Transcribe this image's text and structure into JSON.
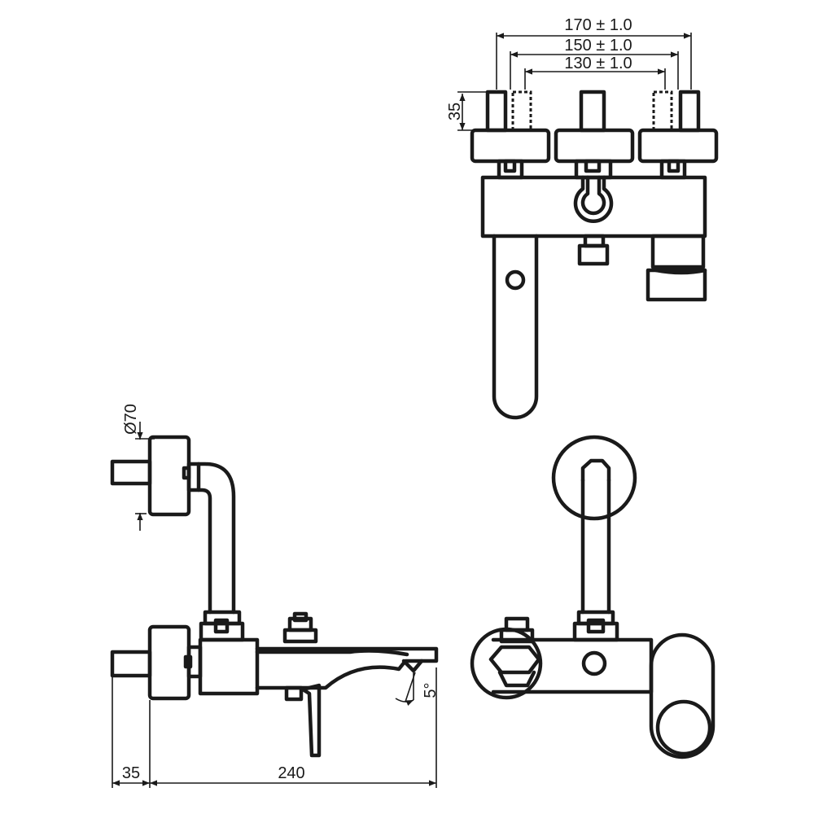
{
  "dimensions": {
    "width_170": "170 ± 1.0",
    "width_150": "150 ± 1.0",
    "width_130": "130 ± 1.0",
    "height_35": "35",
    "diameter_70": "Ø70",
    "depth_35": "35",
    "length_240": "240",
    "angle_5": "5°"
  }
}
